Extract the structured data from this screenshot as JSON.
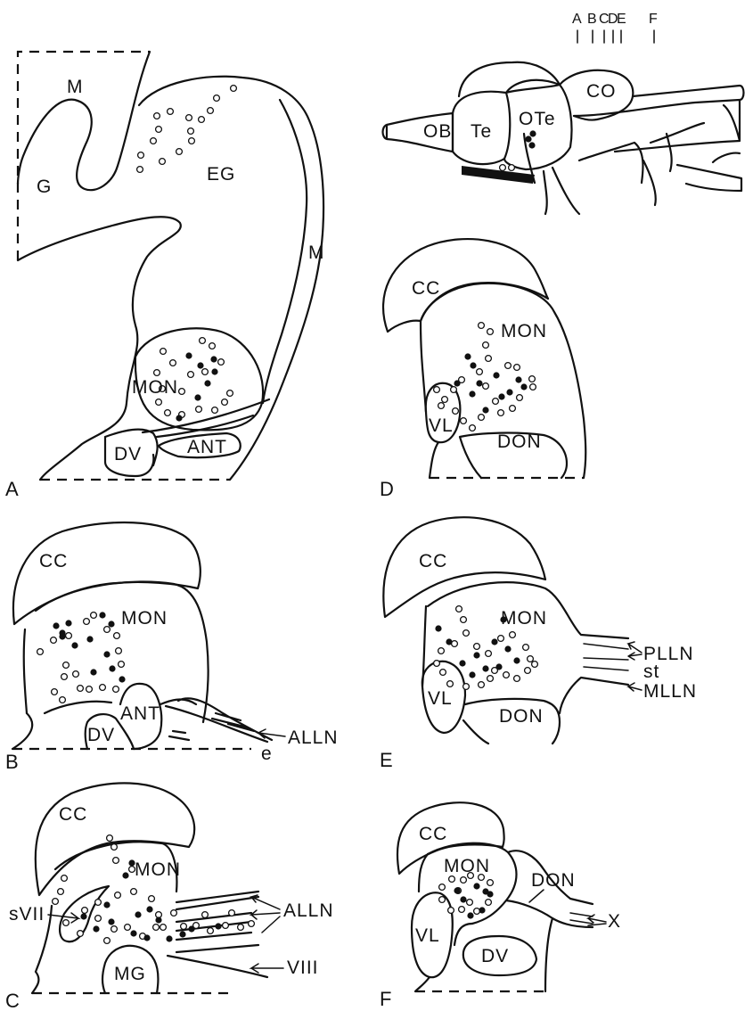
{
  "panels": {
    "A": {
      "letter": "A",
      "labels": {
        "M_top": "M",
        "G": "G",
        "EG": "EG",
        "M_right": "M",
        "MON": "MON",
        "DV": "DV",
        "ANT": "ANT"
      },
      "open_dots": [
        [
          262,
          99
        ],
        [
          243,
          110
        ],
        [
          236,
          124
        ],
        [
          226,
          134
        ],
        [
          215,
          158
        ],
        [
          201,
          170
        ],
        [
          182,
          181
        ],
        [
          157,
          190
        ],
        [
          158,
          174
        ],
        [
          172,
          158
        ],
        [
          178,
          145
        ],
        [
          176,
          130
        ],
        [
          191,
          125
        ],
        [
          212,
          132
        ],
        [
          214,
          147
        ]
      ],
      "filled_dots": []
    },
    "B": {
      "letter": "B",
      "labels": {
        "CC": "CC",
        "MON": "MON",
        "ANT": "ANT",
        "DV": "DV",
        "ALLN": "ALLN",
        "e": "e"
      },
      "open_dots": [
        [
          45,
          731
        ],
        [
          60,
          718
        ],
        [
          77,
          713
        ],
        [
          97,
          697
        ],
        [
          105,
          690
        ],
        [
          120,
          706
        ],
        [
          131,
          713
        ],
        [
          133,
          730
        ],
        [
          136,
          745
        ],
        [
          72,
          759
        ],
        [
          74,
          746
        ],
        [
          85,
          756
        ],
        [
          90,
          772
        ],
        [
          100,
          773
        ],
        [
          115,
          771
        ],
        [
          130,
          773
        ],
        [
          61,
          776
        ],
        [
          70,
          785
        ]
      ],
      "filled_dots": [
        [
          63,
          702
        ],
        [
          70,
          710
        ],
        [
          77,
          699
        ],
        [
          115,
          690
        ],
        [
          125,
          700
        ],
        [
          101,
          717
        ],
        [
          120,
          734
        ],
        [
          126,
          750
        ],
        [
          137,
          762
        ],
        [
          105,
          754
        ],
        [
          84,
          724
        ],
        [
          70,
          714
        ]
      ]
    },
    "C": {
      "letter": "C",
      "labels": {
        "CC": "CC",
        "MON": "MON",
        "sVII": "sVII",
        "MG": "MG",
        "ALLN": "ALLN",
        "VIII": "VIII"
      },
      "open_dots": [
        [
          123,
          940
        ],
        [
          128,
          950
        ],
        [
          130,
          965
        ],
        [
          148,
          975
        ],
        [
          150,
          1000
        ],
        [
          170,
          1008
        ],
        [
          132,
          1004
        ],
        [
          110,
          1012
        ],
        [
          95,
          1021
        ],
        [
          110,
          1030
        ],
        [
          128,
          1042
        ],
        [
          143,
          1040
        ],
        [
          160,
          1050
        ],
        [
          175,
          1040
        ],
        [
          178,
          1026
        ],
        [
          68,
          1000
        ],
        [
          62,
          1011
        ],
        [
          74,
          1035
        ],
        [
          90,
          1047
        ],
        [
          120,
          1055
        ],
        [
          183,
          1040
        ],
        [
          195,
          1024
        ],
        [
          206,
          1039
        ],
        [
          220,
          1038
        ],
        [
          230,
          1026
        ],
        [
          236,
          1044
        ],
        [
          253,
          1038
        ],
        [
          260,
          1024
        ],
        [
          270,
          1040
        ],
        [
          282,
          1036
        ],
        [
          72,
          985
        ]
      ],
      "filled_dots": [
        [
          148,
          968
        ],
        [
          141,
          982
        ],
        [
          120,
          1015
        ],
        [
          125,
          1034
        ],
        [
          155,
          1026
        ],
        [
          168,
          1020
        ],
        [
          178,
          1032
        ],
        [
          108,
          1042
        ],
        [
          94,
          1028
        ],
        [
          150,
          1047
        ],
        [
          165,
          1052
        ],
        [
          190,
          1053
        ],
        [
          205,
          1048
        ],
        [
          215,
          1042
        ],
        [
          245,
          1039
        ]
      ]
    },
    "D": {
      "letter": "D",
      "labels": {
        "CC": "CC",
        "MON": "MON",
        "VL": "VL",
        "DON": "DON"
      },
      "open_dots": [
        [
          540,
          365
        ],
        [
          550,
          372
        ],
        [
          545,
          387
        ],
        [
          548,
          402
        ],
        [
          538,
          417
        ],
        [
          545,
          433
        ],
        [
          518,
          426
        ],
        [
          509,
          437
        ],
        [
          495,
          455
        ],
        [
          511,
          461
        ],
        [
          520,
          472
        ],
        [
          530,
          480
        ],
        [
          540,
          468
        ],
        [
          556,
          450
        ],
        [
          562,
          463
        ],
        [
          575,
          458
        ],
        [
          583,
          446
        ],
        [
          598,
          434
        ],
        [
          597,
          425
        ],
        [
          580,
          412
        ],
        [
          570,
          410
        ],
        [
          490,
          437
        ],
        [
          499,
          448
        ]
      ],
      "filled_dots": [
        [
          525,
          400
        ],
        [
          531,
          410
        ],
        [
          557,
          421
        ],
        [
          582,
          426
        ],
        [
          572,
          440
        ],
        [
          588,
          434
        ],
        [
          563,
          445
        ],
        [
          538,
          430
        ],
        [
          513,
          430
        ],
        [
          530,
          442
        ],
        [
          545,
          460
        ]
      ]
    },
    "E": {
      "letter": "E",
      "labels": {
        "CC": "CC",
        "MON": "MON",
        "VL": "VL",
        "DON": "DON",
        "PLLN": "PLLN",
        "st": "st",
        "MLLN": "MLLN"
      },
      "open_dots": [
        [
          515,
          683
        ],
        [
          520,
          695
        ],
        [
          523,
          710
        ],
        [
          535,
          725
        ],
        [
          548,
          733
        ],
        [
          510,
          722
        ],
        [
          495,
          730
        ],
        [
          490,
          744
        ],
        [
          497,
          754
        ],
        [
          505,
          767
        ],
        [
          523,
          770
        ],
        [
          540,
          768
        ],
        [
          550,
          761
        ],
        [
          555,
          752
        ],
        [
          568,
          757
        ],
        [
          580,
          761
        ],
        [
          592,
          752
        ],
        [
          595,
          739
        ],
        [
          600,
          745
        ],
        [
          590,
          726
        ],
        [
          562,
          716
        ],
        [
          575,
          712
        ]
      ],
      "filled_dots": [
        [
          492,
          705
        ],
        [
          504,
          720
        ],
        [
          535,
          735
        ],
        [
          555,
          720
        ],
        [
          570,
          728
        ],
        [
          580,
          741
        ],
        [
          560,
          748
        ],
        [
          545,
          750
        ],
        [
          530,
          757
        ],
        [
          519,
          744
        ],
        [
          565,
          695
        ]
      ]
    },
    "F": {
      "letter": "F",
      "labels": {
        "CC": "CC",
        "MON": "MON",
        "DON": "DON",
        "VL": "VL",
        "DV": "DV",
        "X": "X"
      },
      "open_dots": [
        [
          507,
          986
        ],
        [
          514,
          999
        ],
        [
          520,
          987
        ],
        [
          528,
          982
        ],
        [
          540,
          984
        ],
        [
          550,
          990
        ],
        [
          527,
          1012
        ],
        [
          518,
          1020
        ],
        [
          535,
          1022
        ],
        [
          548,
          1012
        ],
        [
          496,
          995
        ],
        [
          496,
          1009
        ],
        [
          506,
          1021
        ]
      ],
      "filled_dots": [
        [
          513,
          999
        ],
        [
          520,
          1009
        ],
        [
          535,
          994
        ],
        [
          545,
          1000
        ],
        [
          541,
          1021
        ],
        [
          528,
          1027
        ],
        [
          550,
          1003
        ]
      ]
    },
    "brain": {
      "levels": [
        "A",
        "B",
        "C",
        "D",
        "E",
        "F"
      ],
      "labels": {
        "OB": "OB",
        "Te": "Te",
        "OTe": "OTe",
        "CO": "CO"
      },
      "open_dots": [
        [
          564,
          188
        ],
        [
          574,
          188
        ]
      ],
      "filled_dots": [
        [
          598,
          150
        ],
        [
          593,
          156
        ],
        [
          597,
          163
        ]
      ]
    }
  }
}
